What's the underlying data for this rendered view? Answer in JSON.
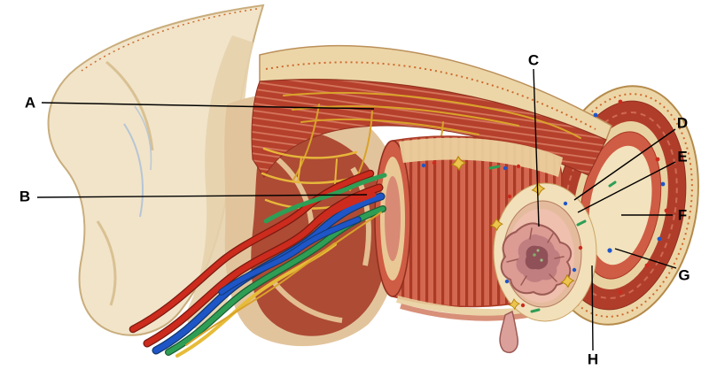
{
  "figure": {
    "type": "anatomical-cross-section-diagram",
    "background": "#ffffff",
    "palette": {
      "serosa_beige": "#ecd6a8",
      "longitudinal_muscle_red": "#b5402c",
      "circular_muscle_salmon": "#cf5c44",
      "submucosa_cream": "#f2e0ba",
      "mucosa_pink": "#e8b4ac",
      "lumen_dark": "#8f5157",
      "nerve_yellow": "#d9a22a",
      "artery_red": "#cc2b1d",
      "vein_blue": "#1e56c8",
      "lymph_green": "#2f9e55",
      "leader_line": "#000000"
    }
  },
  "labels": {
    "A": "A",
    "B": "B",
    "C": "C",
    "D": "D",
    "E": "E",
    "F": "F",
    "G": "G",
    "H": "H"
  }
}
